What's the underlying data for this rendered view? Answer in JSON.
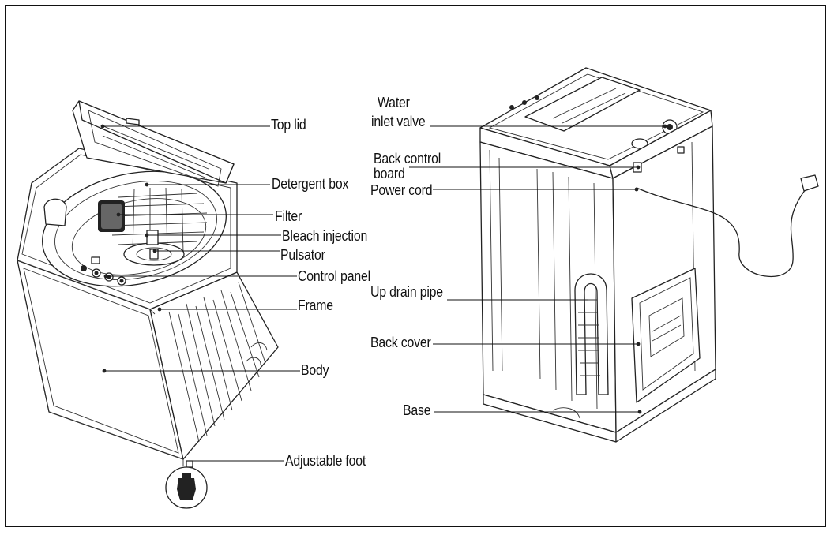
{
  "diagram": {
    "left_labels": {
      "top_lid": "Top lid",
      "detergent_box": "Detergent box",
      "filter": "Filter",
      "bleach_injection": "Bleach injection",
      "pulsator": "Pulsator",
      "control_panel": "Control panel",
      "frame": "Frame",
      "body": "Body",
      "adjustable_foot": "Adjustable foot"
    },
    "right_labels": {
      "water_inlet_valve_line1": "Water",
      "water_inlet_valve_line2": "inlet valve",
      "back_control_board_line1": "Back control",
      "back_control_board_line2": "board",
      "power_cord": "Power cord",
      "up_drain_pipe": "Up drain pipe",
      "back_cover": "Back cover",
      "base": "Base"
    }
  }
}
